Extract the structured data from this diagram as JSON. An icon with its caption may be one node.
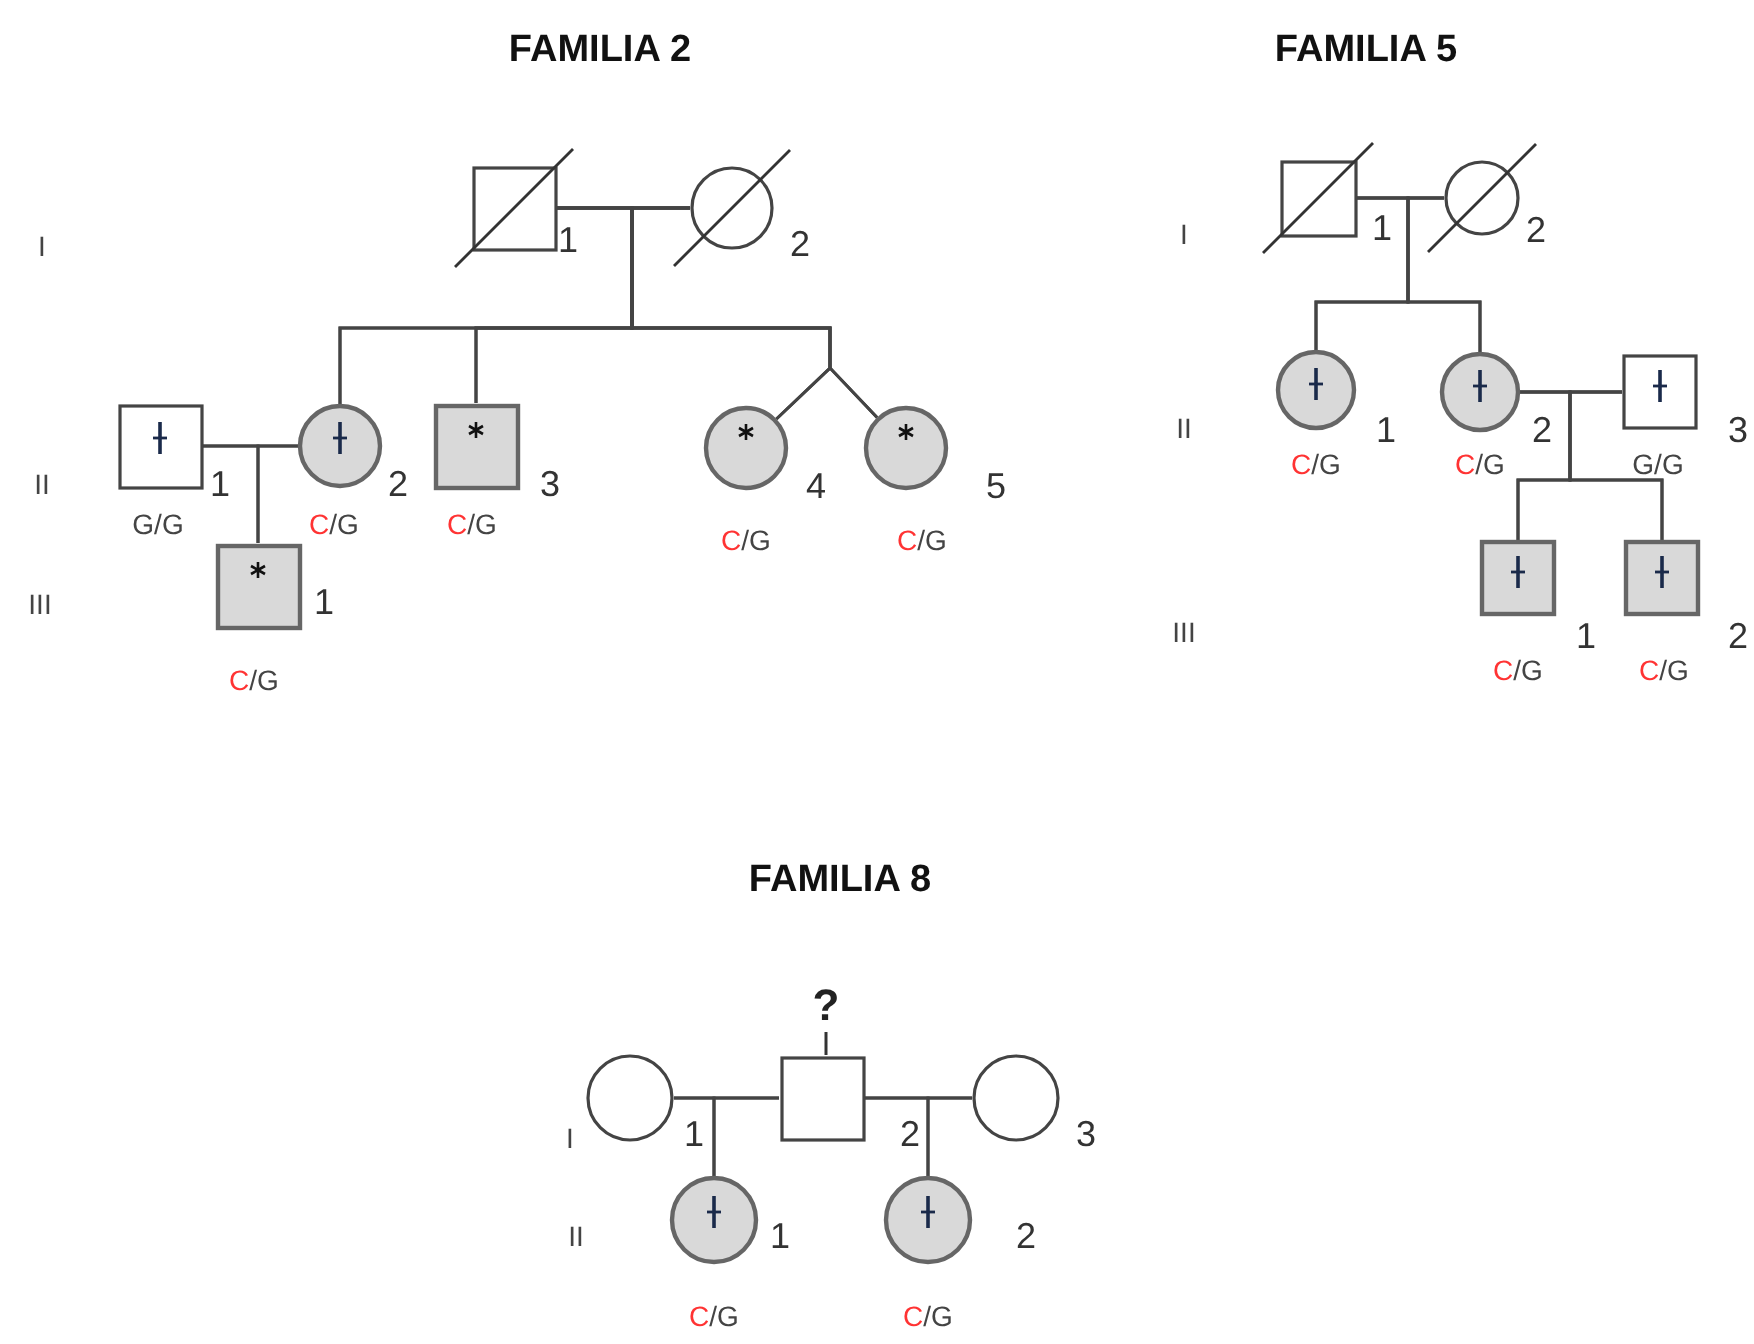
{
  "diagram": {
    "nodes": [
      {
        "text": [],
        "shape": "box",
        "beside": [
          "1"
        ]
      },
      {
        "text": [],
        "shape": "circle",
        "beside": [
          "2"
        ]
      },
      {
        "text": [],
        "shape": "box",
        "beside": [
          "1",
          "G/G"
        ]
      },
      {
        "text": [],
        "shape": "circle",
        "beside": [
          "2",
          "C/G"
        ]
      },
      {
        "text": [],
        "shape": "box",
        "beside": [
          "3",
          "C/G"
        ]
      },
      {
        "text": [],
        "shape": "circle",
        "beside": [
          "4",
          "C/G"
        ]
      },
      {
        "text": [],
        "shape": "circle",
        "beside": [
          "5",
          "C/G"
        ]
      },
      {
        "text": [],
        "shape": "box",
        "beside": [
          "1",
          "C/G"
        ]
      },
      {
        "text": [],
        "shape": "box",
        "beside": [
          "1"
        ]
      },
      {
        "text": [],
        "shape": "circle",
        "beside": [
          "2"
        ]
      },
      {
        "text": [],
        "shape": "circle",
        "beside": [
          "1",
          "C/G"
        ]
      },
      {
        "text": [],
        "shape": "circle",
        "beside": [
          "2",
          "C/G"
        ]
      },
      {
        "text": [],
        "shape": "box",
        "beside": [
          "3",
          "G/G"
        ]
      },
      {
        "text": [],
        "shape": "box",
        "beside": [
          "1",
          "C/G"
        ]
      },
      {
        "text": [],
        "shape": "box",
        "beside": [
          "2",
          "C/G"
        ]
      },
      {
        "text": [],
        "shape": "circle",
        "beside": [
          "1"
        ]
      },
      {
        "text": [],
        "shape": "box",
        "beside": [
          "?",
          "2"
        ]
      },
      {
        "text": [],
        "shape": "circle",
        "beside": [
          "3"
        ]
      },
      {
        "text": [],
        "shape": "circle",
        "beside": [
          "1",
          "C/G"
        ]
      },
      {
        "text": [],
        "shape": "circle",
        "beside": [
          "2",
          "C/G"
        ]
      }
    ],
    "edges": [
      {
        "from": 0,
        "to": 1,
        "arrow": "none"
      },
      {
        "from": 0,
        "to": 3,
        "arrow": "none"
      },
      {
        "from": 1,
        "to": 3,
        "arrow": "none"
      },
      {
        "from": 0,
        "to": 4,
        "arrow": "none"
      },
      {
        "from": 1,
        "to": 4,
        "arrow": "none"
      },
      {
        "from": 0,
        "to": 5,
        "arrow": "none"
      },
      {
        "from": 1,
        "to": 5,
        "arrow": "none"
      },
      {
        "from": 0,
        "to": 6,
        "arrow": "none"
      },
      {
        "from": 1,
        "to": 6,
        "arrow": "none"
      },
      {
        "from": 2,
        "to": 3,
        "arrow": "none"
      },
      {
        "from": 2,
        "to": 7,
        "arrow": "none"
      },
      {
        "from": 3,
        "to": 7,
        "arrow": "none"
      },
      {
        "from": 8,
        "to": 9,
        "arrow": "none"
      },
      {
        "from": 8,
        "to": 10,
        "arrow": "none"
      },
      {
        "from": 9,
        "to": 10,
        "arrow": "none"
      },
      {
        "from": 8,
        "to": 11,
        "arrow": "none"
      },
      {
        "from": 9,
        "to": 11,
        "arrow": "none"
      },
      {
        "from": 11,
        "to": 12,
        "arrow": "none"
      },
      {
        "from": 11,
        "to": 13,
        "arrow": "none"
      },
      {
        "from": 12,
        "to": 13,
        "arrow": "none"
      },
      {
        "from": 11,
        "to": 14,
        "arrow": "none"
      },
      {
        "from": 12,
        "to": 14,
        "arrow": "none"
      },
      {
        "from": 15,
        "to": 16,
        "arrow": "none"
      },
      {
        "from": 16,
        "to": 17,
        "arrow": "none"
      },
      {
        "from": 15,
        "to": 18,
        "arrow": "none"
      },
      {
        "from": 16,
        "to": 18,
        "arrow": "none"
      },
      {
        "from": 16,
        "to": 19,
        "arrow": "none"
      },
      {
        "from": 17,
        "to": 19,
        "arrow": "none"
      }
    ],
    "labels": [
      "FAMILIA 2",
      "FAMILIA 5",
      "I",
      "II",
      "III",
      "I",
      "II",
      "III",
      "FAMILIA 8",
      "I",
      "II"
    ]
  }
}
